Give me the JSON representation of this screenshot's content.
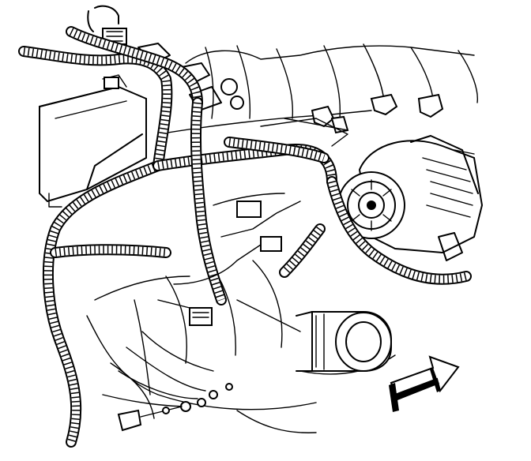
{
  "diagram": {
    "ink_color": "#000000",
    "background_color": "#ffffff",
    "subject": "engine-wiring-harness-linework",
    "components": [
      "wiring-harness",
      "generator",
      "oil-filter",
      "bracket",
      "connectors",
      "direction-arrow"
    ]
  }
}
